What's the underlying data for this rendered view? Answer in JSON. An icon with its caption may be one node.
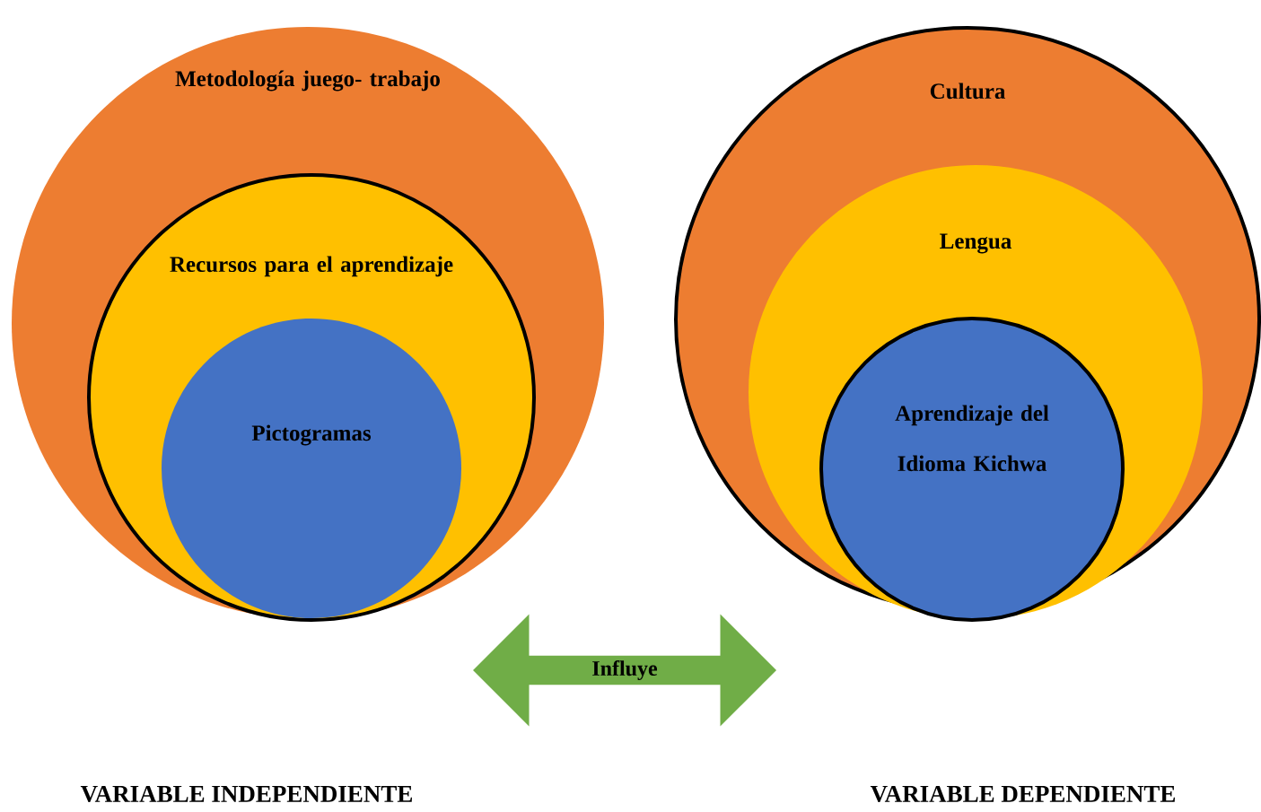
{
  "diagram": {
    "nodes": [
      {
        "text": [
          "Metodología juego- trabajo"
        ]
      },
      {
        "text": [
          "Recursos para el aprendizaje"
        ],
        "in": 0
      },
      {
        "text": [
          "Pictogramas"
        ],
        "in": 1
      },
      {
        "text": [
          "Cultura"
        ]
      },
      {
        "text": [
          "Lengua"
        ],
        "in": 3
      },
      {
        "text": [
          "Aprendizaje del Idioma Kichwa"
        ],
        "in": 4
      },
      {
        "text": [
          "Influye"
        ]
      }
    ],
    "labels": [
      "VARIABLE INDEPENDIENTE",
      "VARIABLE DEPENDIENTE"
    ]
  }
}
